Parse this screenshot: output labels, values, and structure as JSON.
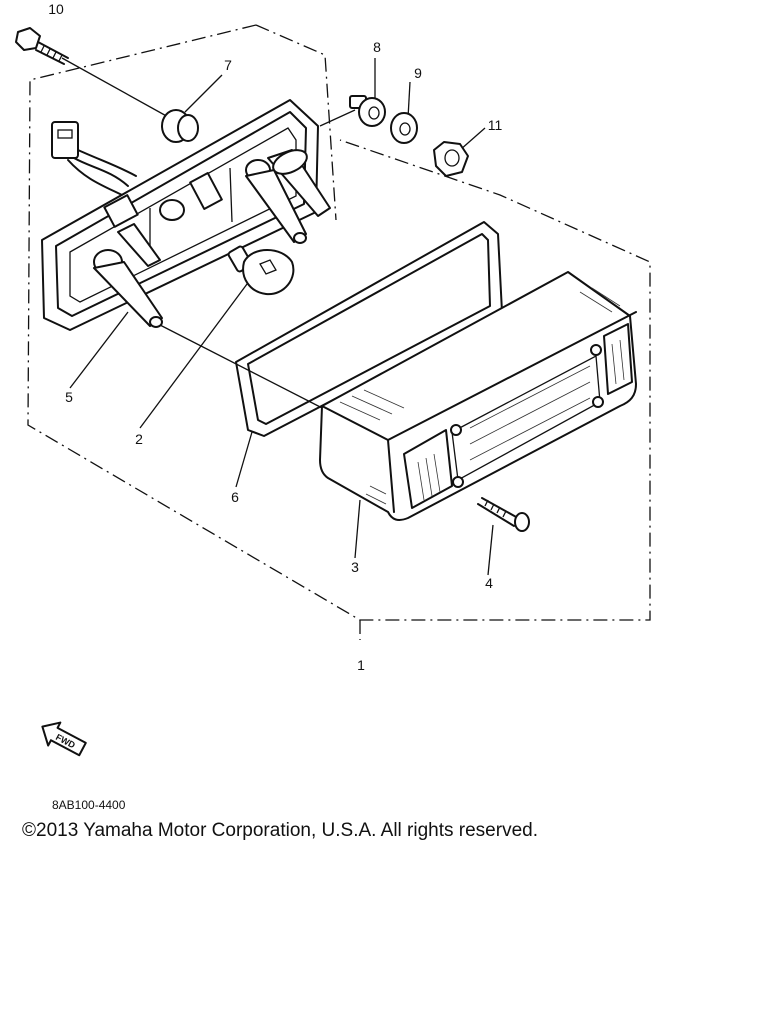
{
  "callouts": {
    "c1": "1",
    "c2": "2",
    "c3": "3",
    "c4": "4",
    "c5": "5",
    "c6": "6",
    "c7": "7",
    "c8": "8",
    "c9": "9",
    "c10": "10",
    "c11": "11"
  },
  "fwd_label": "FWD",
  "diagram_code": "8AB100-4400",
  "copyright": "©2013 Yamaha Motor Corporation, U.S.A. All rights reserved."
}
